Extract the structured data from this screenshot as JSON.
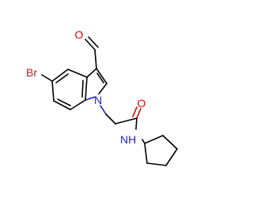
{
  "molecule": {
    "atom_labels": {
      "aldehyde_oxygen": "O",
      "bromine": "Br",
      "indole_nitrogen": "N",
      "carbonyl_oxygen": "O",
      "amide_nh": "NH"
    },
    "colors": {
      "bond": "#000000",
      "oxygen": "#e00000",
      "nitrogen": "#1f1fc8",
      "bromine": "#a82828",
      "background": "#ffffff"
    }
  }
}
